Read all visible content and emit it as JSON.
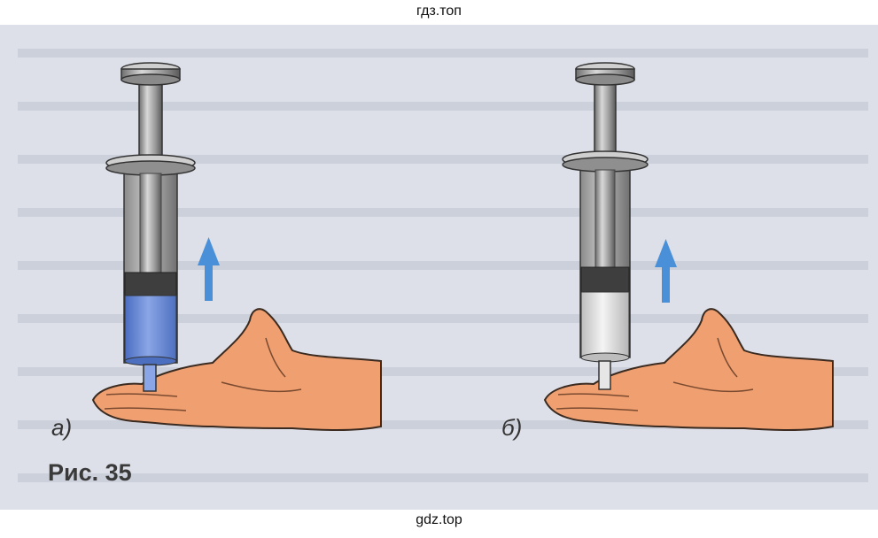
{
  "watermark_top": "гдз.топ",
  "watermark_bottom": "gdz.top",
  "figure": {
    "label_a": "а)",
    "label_b": "б)",
    "caption": "Рис. 35"
  },
  "colors": {
    "page_background": "#dde0e8",
    "liquid_a": "#6f8fd6",
    "liquid_b": "#e6e6e6",
    "arrow": "#4a90d9",
    "skin": "#f0a070",
    "syringe_metal": "#a0a0a0"
  }
}
